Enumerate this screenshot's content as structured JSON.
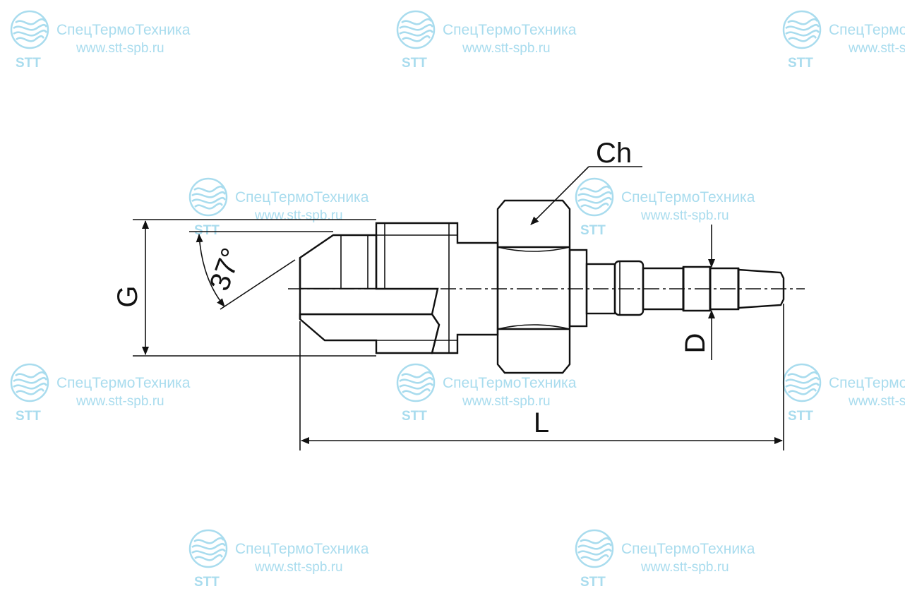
{
  "watermark": {
    "company": "СпецТермоТехника",
    "url": "www.stt-spb.ru",
    "logo_text": "STT",
    "color": "#a9dcee",
    "icon": "stt-wave-logo-icon"
  },
  "drawing": {
    "stroke_color": "#111111",
    "dimensions": {
      "hex_wrench": "Ch",
      "thread": "G",
      "angle": "37°",
      "hose_diameter": "D",
      "length": "L"
    }
  }
}
